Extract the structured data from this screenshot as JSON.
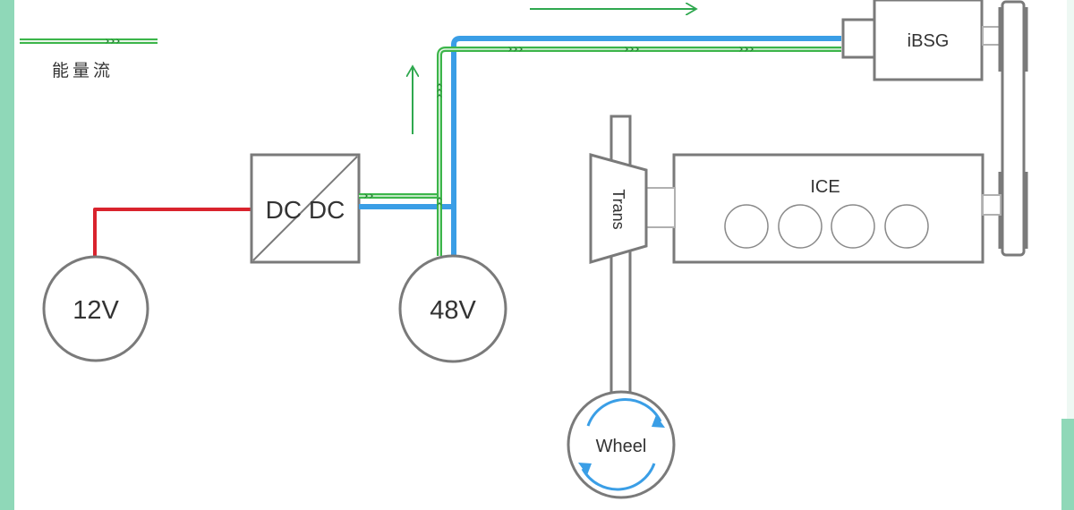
{
  "legend": {
    "label": "能量流"
  },
  "nodes": {
    "battery_12v": "12V",
    "battery_48v": "48V",
    "dcdc": "DC DC",
    "ibsg": "iBSG",
    "ice": "ICE",
    "trans": "Trans",
    "wheel": "Wheel"
  },
  "colors": {
    "energy_flow": "#3cb54a",
    "power_48v": "#3a9ee6",
    "power_12v": "#d9232d",
    "outline": "#7a7a7a",
    "accent_band": "#8fd8b8"
  }
}
